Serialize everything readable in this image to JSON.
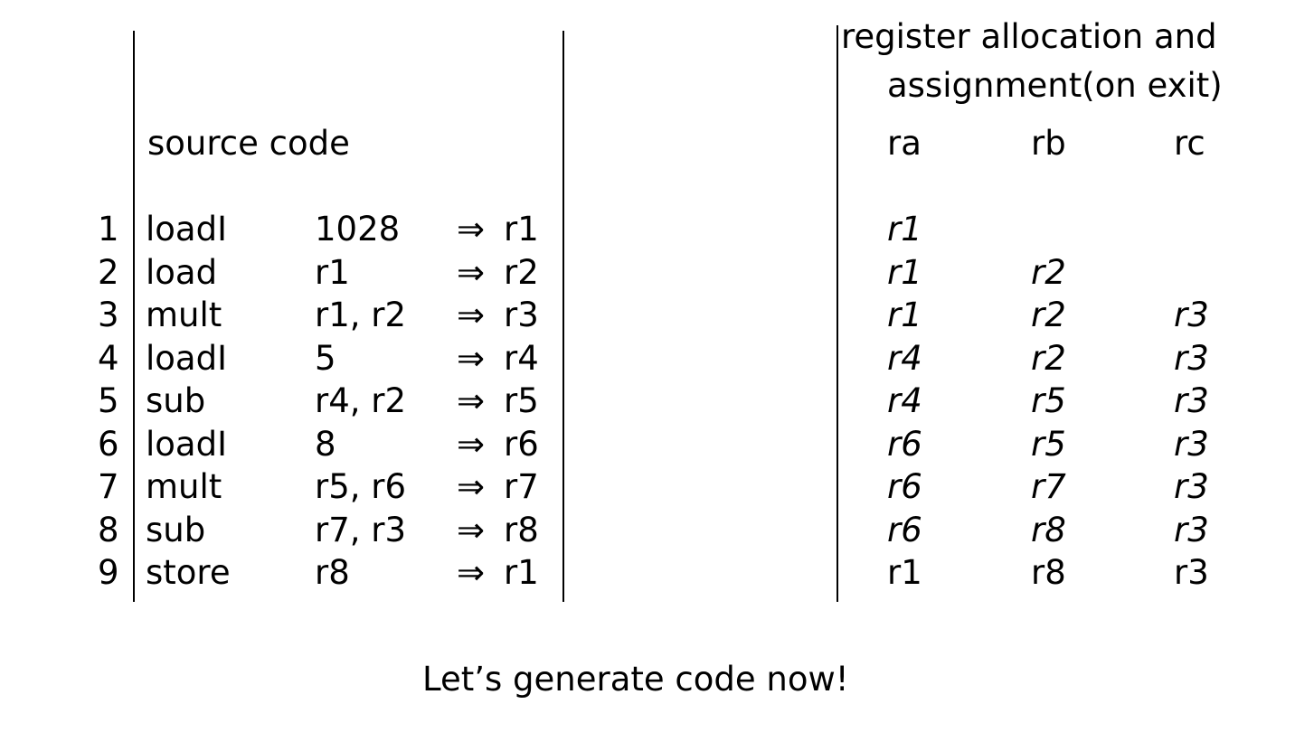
{
  "right_header": {
    "line1": "register allocation and",
    "line2": "assignment(on exit)",
    "reg_labels": [
      "ra",
      "rb",
      "rc"
    ]
  },
  "left_header": {
    "title": "source code"
  },
  "arrow": "⇒",
  "code_rows": [
    {
      "num": "1",
      "op": "loadI",
      "args": "1028",
      "dest": "r1",
      "ra": "r1",
      "rb": "",
      "rc": "",
      "italic": true
    },
    {
      "num": "2",
      "op": "load",
      "args": "r1",
      "dest": "r2",
      "ra": "r1",
      "rb": "r2",
      "rc": "",
      "italic": true
    },
    {
      "num": "3",
      "op": "mult",
      "args": "r1, r2",
      "dest": "r3",
      "ra": "r1",
      "rb": "r2",
      "rc": "r3",
      "italic": true
    },
    {
      "num": "4",
      "op": "loadI",
      "args": "5",
      "dest": "r4",
      "ra": "r4",
      "rb": "r2",
      "rc": "r3",
      "italic": true
    },
    {
      "num": "5",
      "op": "sub",
      "args": "r4, r2",
      "dest": "r5",
      "ra": "r4",
      "rb": "r5",
      "rc": "r3",
      "italic": true
    },
    {
      "num": "6",
      "op": "loadI",
      "args": "8",
      "dest": "r6",
      "ra": "r6",
      "rb": "r5",
      "rc": "r3",
      "italic": true
    },
    {
      "num": "7",
      "op": "mult",
      "args": "r5, r6",
      "dest": "r7",
      "ra": "r6",
      "rb": "r7",
      "rc": "r3",
      "italic": true
    },
    {
      "num": "8",
      "op": "sub",
      "args": "r7, r3",
      "dest": "r8",
      "ra": "r6",
      "rb": "r8",
      "rc": "r3",
      "italic": true
    },
    {
      "num": "9",
      "op": "store",
      "args": "r8",
      "dest": "r1",
      "ra": "r1",
      "rb": "r8",
      "rc": "r3",
      "italic": false
    }
  ],
  "footer": {
    "text": "Let’s generate code now!"
  }
}
